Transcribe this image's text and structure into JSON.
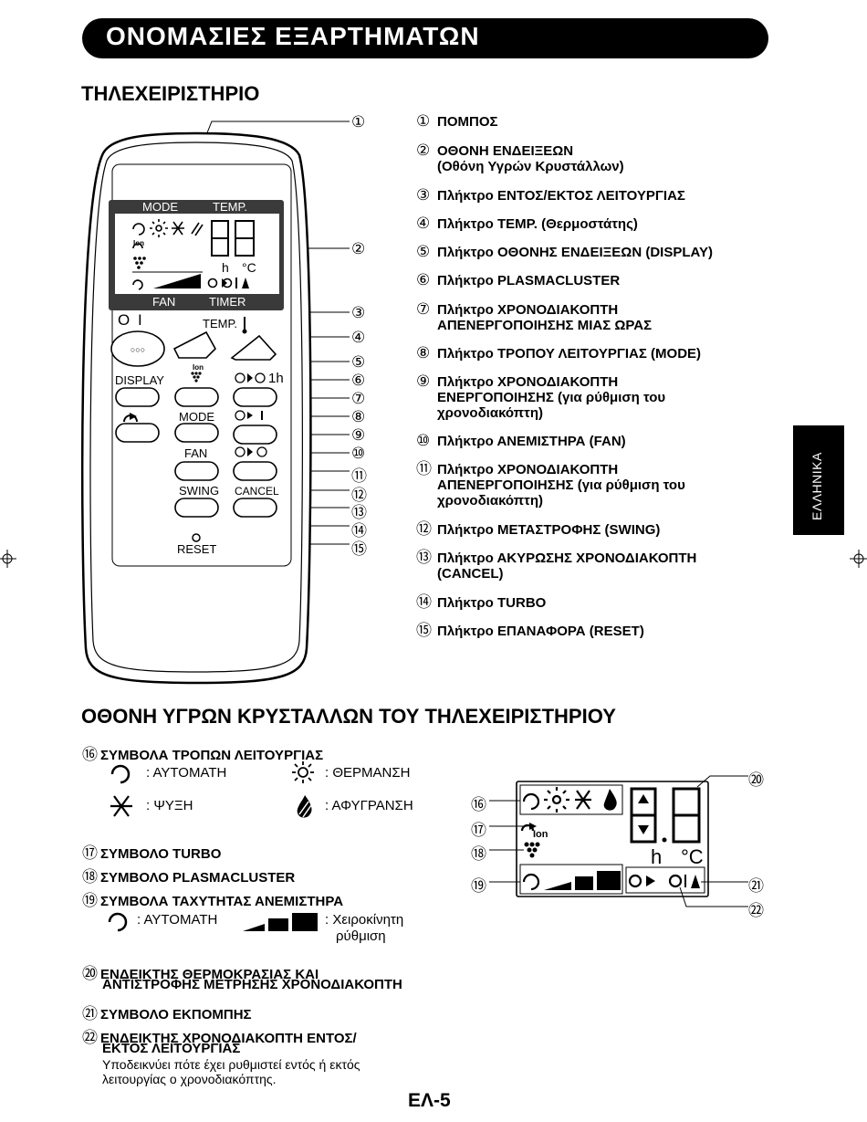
{
  "header": {
    "title": "ΟΝΟΜΑΣΙΕΣ ΕΞΑΡΤΗΜΑΤΩΝ"
  },
  "remote_section": {
    "title": "ΤΗΛΕΧΕΙΡΙΣΤΗΡΙΟ"
  },
  "remote": {
    "display_top_labels": [
      "MODE",
      "TEMP."
    ],
    "display_bottom_labels": [
      "FAN",
      "TIMER"
    ],
    "on_off_symbol": "O I",
    "temp_label": "TEMP.",
    "display_label": "DISPLAY",
    "ion_label": "Ion",
    "mode_label": "MODE",
    "fan_label": "FAN",
    "swing_label": "SWING",
    "cancel_label": "CANCEL",
    "reset_label": "RESET",
    "timer_1h_label": "1h",
    "seg_digits": "8.8",
    "unit_h": "h",
    "unit_c": "°C"
  },
  "legend": [
    {
      "num": "①",
      "lines": [
        "ΠΟΜΠΟΣ"
      ]
    },
    {
      "num": "②",
      "lines": [
        "ΟΘΟΝΗ ΕΝΔΕΙΞΕΩΝ",
        "(Οθόνη Υγρών Κρυστάλλων)"
      ]
    },
    {
      "num": "③",
      "lines": [
        "Πλήκτρο ΕΝΤΟΣ/ΕΚΤΟΣ ΛΕΙΤΟΥΡΓΙΑΣ"
      ]
    },
    {
      "num": "④",
      "lines": [
        "Πλήκτρο TEMP. (Θερμοστάτης)"
      ]
    },
    {
      "num": "⑤",
      "lines": [
        "Πλήκτρο ΟΘΟΝΗΣ ΕΝΔΕΙΞΕΩΝ (DISPLAY)"
      ]
    },
    {
      "num": "⑥",
      "lines": [
        "Πλήκτρο PLASMACLUSTER"
      ]
    },
    {
      "num": "⑦",
      "lines": [
        "Πλήκτρο ΧΡΟΝΟΔΙΑΚΟΠΤΗ",
        "ΑΠΕΝΕΡΓΟΠΟΙΗΣΗΣ ΜΙΑΣ ΩΡΑΣ"
      ]
    },
    {
      "num": "⑧",
      "lines": [
        "Πλήκτρο ΤΡΟΠΟΥ ΛΕΙΤΟΥΡΓΙΑΣ (MODE)"
      ]
    },
    {
      "num": "⑨",
      "lines": [
        "Πλήκτρο ΧΡΟΝΟΔΙΑΚΟΠΤΗ",
        "ΕΝΕΡΓΟΠΟΙΗΣΗΣ (για ρύθμιση του",
        "χρονοδιακόπτη)"
      ]
    },
    {
      "num": "⑩",
      "lines": [
        "Πλήκτρο ΑΝΕΜΙΣΤΗΡΑ (FAN)"
      ]
    },
    {
      "num": "⑪",
      "lines": [
        "Πλήκτρο ΧΡΟΝΟΔΙΑΚΟΠΤΗ",
        "ΑΠΕΝΕΡΓΟΠΟΙΗΣΗΣ (για ρύθμιση του",
        "χρονοδιακόπτη)"
      ]
    },
    {
      "num": "⑫",
      "lines": [
        "Πλήκτρο ΜΕΤΑΣΤΡΟΦΗΣ (SWING)"
      ]
    },
    {
      "num": "⑬",
      "lines": [
        "Πλήκτρο ΑΚΥΡΩΣΗΣ ΧΡΟΝΟΔΙΑΚΟΠΤΗ",
        "(CANCEL)"
      ]
    },
    {
      "num": "⑭",
      "lines": [
        "Πλήκτρο TURBO"
      ]
    },
    {
      "num": "⑮",
      "lines": [
        "Πλήκτρο ΕΠΑΝΑΦΟΡΑ (RESET)"
      ]
    }
  ],
  "remote_callouts": [
    "①",
    "②",
    "③",
    "④",
    "⑤",
    "⑥",
    "⑦",
    "⑧",
    "⑨",
    "⑩",
    "⑪",
    "⑫",
    "⑬",
    "⑭",
    "⑮"
  ],
  "side_tab": {
    "text": "ΕΛΛΗΝΙΚΑ"
  },
  "lcd_section": {
    "title": "ΟΘΟΝΗ ΥΓΡΩΝ ΚΡΥΣΤΑΛΛΩΝ ΤΟΥ ΤΗΛΕΧΕΙΡΙΣΤΗΡΙΟΥ",
    "items": {
      "i16": {
        "num": "⑯",
        "label": "ΣΥΜΒΟΛΑ ΤΡΟΠΩΝ ΛΕΙΤΟΥΡΓΙΑΣ"
      },
      "i17": {
        "num": "⑰",
        "label": "ΣΥΜΒΟΛΟ TURBO"
      },
      "i18": {
        "num": "⑱",
        "label": "ΣΥΜΒΟΛΟ PLASMACLUSTER"
      },
      "i19": {
        "num": "⑲",
        "label": "ΣΥΜΒΟΛΑ ΤΑΧΥΤΗΤΑΣ ΑΝΕΜΙΣΤΗΡΑ"
      },
      "i20": {
        "num": "⑳",
        "lines": [
          "ΕΝΔΕΙΚΤΗΣ ΘΕΡΜΟΚΡΑΣΙΑΣ ΚΑΙ",
          "ΑΝΤΙΣΤΡΟΦΗΣ ΜΕΤΡΗΣΗΣ ΧΡΟΝΟΔΙΑΚΟΠΤΗ"
        ]
      },
      "i21": {
        "num": "㉑",
        "label": "ΣΥΜΒΟΛΟ ΕΚΠΟΜΠΗΣ"
      },
      "i22": {
        "num": "㉒",
        "lines": [
          "ΕΝΔΕΙΚΤΗΣ ΧΡΟΝΟΔΙΑΚΟΠΤΗ ΕΝΤΟΣ/",
          "ΕΚΤΟΣ ΛΕΙΤΟΥΡΓΙΑΣ"
        ],
        "desc": [
          "Υποδεικνύει πότε έχει ρυθμιστεί εντός ή εκτός",
          "λειτουργίας ο χρονοδιακόπτης."
        ]
      }
    },
    "mode_symbols": {
      "auto": ": ΑΥΤΟΜΑΤΗ",
      "heat": ": ΘΕΡΜΑΝΣΗ",
      "cool": ": ΨΥΞΗ",
      "dry": ": ΑΦΥΓΡΑΝΣΗ"
    },
    "fan_symbols": {
      "auto": ": ΑΥΤΟΜΑΤΗ",
      "manual_lines": [
        ": Χειροκίνητη",
        "ρύθμιση"
      ]
    },
    "lcd_callouts": {
      "c16": "⑯",
      "c17": "⑰",
      "c18": "⑱",
      "c19": "⑲",
      "c20": "⑳",
      "c21": "㉑",
      "c22": "㉒"
    }
  },
  "footer": {
    "page": "ΕΛ-5"
  }
}
